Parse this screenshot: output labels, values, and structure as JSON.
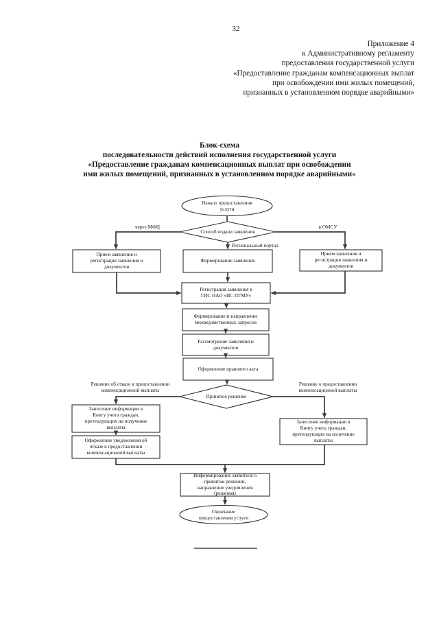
{
  "page": {
    "number": "32"
  },
  "appendix": {
    "lines": [
      "Приложение 4",
      "к Административному регламенту",
      "предоставления государственной услуги",
      "«Предоставление гражданам компенсационных выплат",
      "при освобождении ими жилых помещений,",
      "признанных в установленном порядке аварийными»"
    ]
  },
  "title": {
    "lines": [
      "Блок-схема",
      "последовательности действий исполнения государственной услуги",
      "«Предоставление гражданам компенсационных выплат при освобождении",
      "ими жилых помещений, признанных в установленном порядке аварийными»"
    ]
  },
  "flowchart": {
    "start": "Начало предоставления\nуслуги",
    "decision_method": "Способ подачи заявления",
    "branch_mfc_label": "через МФЦ",
    "branch_omsu_label": "в ОМСУ",
    "branch_portal_label": "Региональный портал",
    "box_mfc": "Прием заявления и\nрегистрация заявления и\nдокументов",
    "box_portal": "Формирование заявления",
    "box_omsu": "Прием заявления и\nрегистрация заявления и\nдокументов",
    "box_gis": "Регистрация заявления в\nГИС НАО «ИС ПГМУ»",
    "box_requests": "Формирование и направление\nмежведомственных запросов",
    "box_review": "Рассмотрение заявления и\nдокументов",
    "box_act": "Оформление правового акта",
    "decision_result": "Принятое решение",
    "label_refusal": "Решение об отказе в предоставлении\nкомпенсационной выплаты",
    "label_grant": "Решение о предоставлении\nкомпенсационной выплаты",
    "box_book_left": "Занесение информации в\nКнигу учета граждан,\nпретендующих на получение\nвыплаты",
    "box_notice": "Оформление уведомления об\nотказе в предоставлении\nкомпенсационной выплаты",
    "box_book_right": "Занесение информации в\nКнигу учета граждан,\nпретендующих на получение\nвыплаты",
    "box_inform": "Информирование заявителя о\nпринятом решении,\nнаправление уведомления\n(решения)",
    "end": "Окончание\nпредоставления услуги"
  },
  "colors": {
    "background": "#ffffff",
    "ink": "#161616",
    "line": "#3a3a3a"
  }
}
